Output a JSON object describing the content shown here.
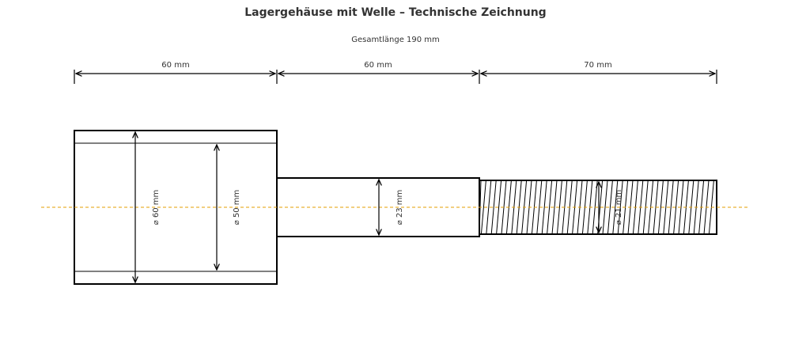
{
  "title": "Lagergehäuse mit Welle – Technische Zeichnung",
  "total_length_label": "Gesamtlänge 190 mm",
  "sections": [
    {
      "name": "housing",
      "length_label": "60 mm",
      "outer_diameter_label": "⌀ 60 mm",
      "inner_diameter_label": "⌀ 50 mm"
    },
    {
      "name": "shaft",
      "length_label": "60 mm",
      "diameter_label": "⌀ 23 mm"
    },
    {
      "name": "thread",
      "length_label": "70 mm",
      "diameter_label": "⌀ 21 mm"
    }
  ],
  "colors": {
    "outline": "#000000",
    "centerline": "#e69f00",
    "text": "#333333"
  }
}
